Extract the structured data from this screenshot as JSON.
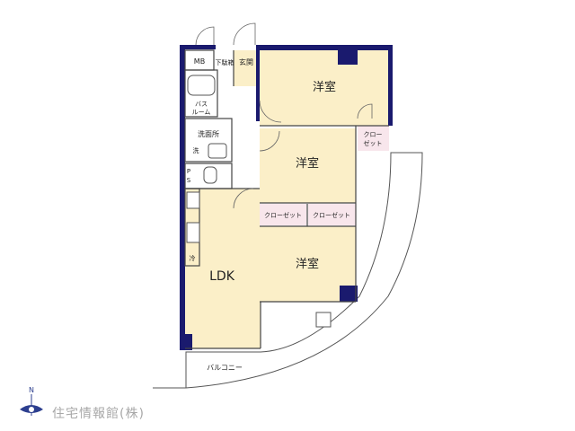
{
  "rooms": {
    "western_1": "洋室",
    "western_2": "洋室",
    "western_3": "洋室",
    "ldk": "LDK",
    "entrance": "玄関",
    "shoe_box": "下駄箱",
    "mb": "MB",
    "bath_line1": "バス",
    "bath_line2": "ルーム",
    "washroom": "洗面所",
    "washer": "洗",
    "ps_p": "P",
    "ps_s": "S",
    "closet_top_line1": "クロー",
    "closet_top_line2": "ゼット",
    "closet_mid_left": "クローゼット",
    "closet_mid_right": "クローゼット",
    "fridge": "冷",
    "balcony": "バルコニー"
  },
  "compass": {
    "letter": "N"
  },
  "brand": {
    "text": "住宅情報館(株)"
  },
  "colors": {
    "room_fill": "#fbefc8",
    "closet_fill": "#f8e6ec",
    "wall": "#1a1a6e",
    "accent_blue": "#2d3f8f"
  }
}
